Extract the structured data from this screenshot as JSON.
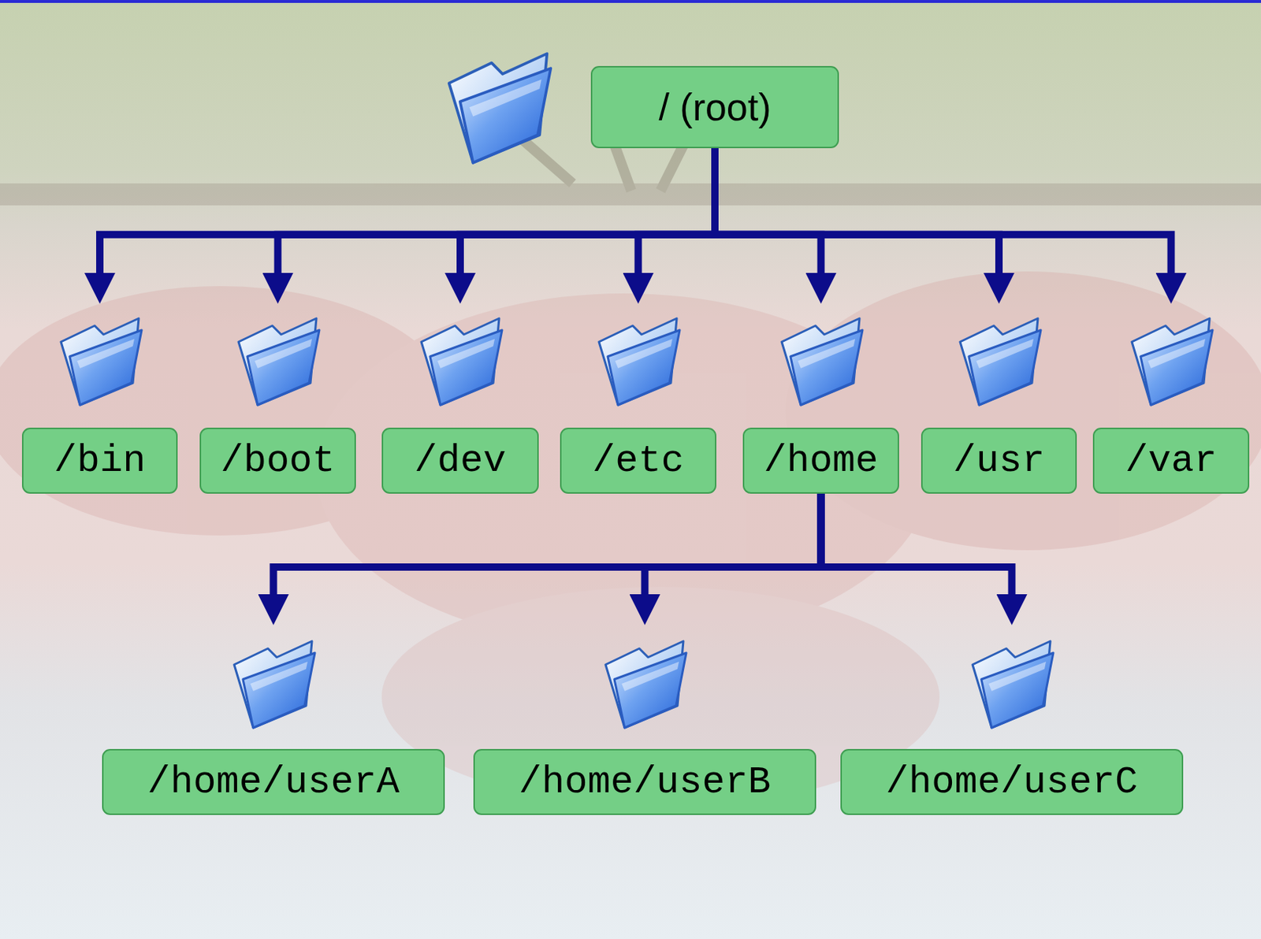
{
  "diagram": {
    "nodes": [
      {
        "text": [
          "/ (root)"
        ]
      },
      {
        "text": [
          "/bin"
        ]
      },
      {
        "text": [
          "/boot"
        ]
      },
      {
        "text": [
          "/dev"
        ]
      },
      {
        "text": [
          "/etc"
        ]
      },
      {
        "text": [
          "/home"
        ]
      },
      {
        "text": [
          "/usr"
        ]
      },
      {
        "text": [
          "/var"
        ]
      },
      {
        "text": [
          "/home/userA"
        ]
      },
      {
        "text": [
          "/home/userB"
        ]
      },
      {
        "text": [
          "/home/userC"
        ]
      }
    ],
    "edges": [
      {
        "from": 0,
        "to": 1,
        "arrow": "to"
      },
      {
        "from": 0,
        "to": 2,
        "arrow": "to"
      },
      {
        "from": 0,
        "to": 3,
        "arrow": "to"
      },
      {
        "from": 0,
        "to": 4,
        "arrow": "to"
      },
      {
        "from": 0,
        "to": 5,
        "arrow": "to"
      },
      {
        "from": 0,
        "to": 6,
        "arrow": "to"
      },
      {
        "from": 0,
        "to": 7,
        "arrow": "to"
      },
      {
        "from": 5,
        "to": 8,
        "arrow": "to"
      },
      {
        "from": 5,
        "to": 9,
        "arrow": "to"
      },
      {
        "from": 5,
        "to": 10,
        "arrow": "to"
      }
    ]
  }
}
